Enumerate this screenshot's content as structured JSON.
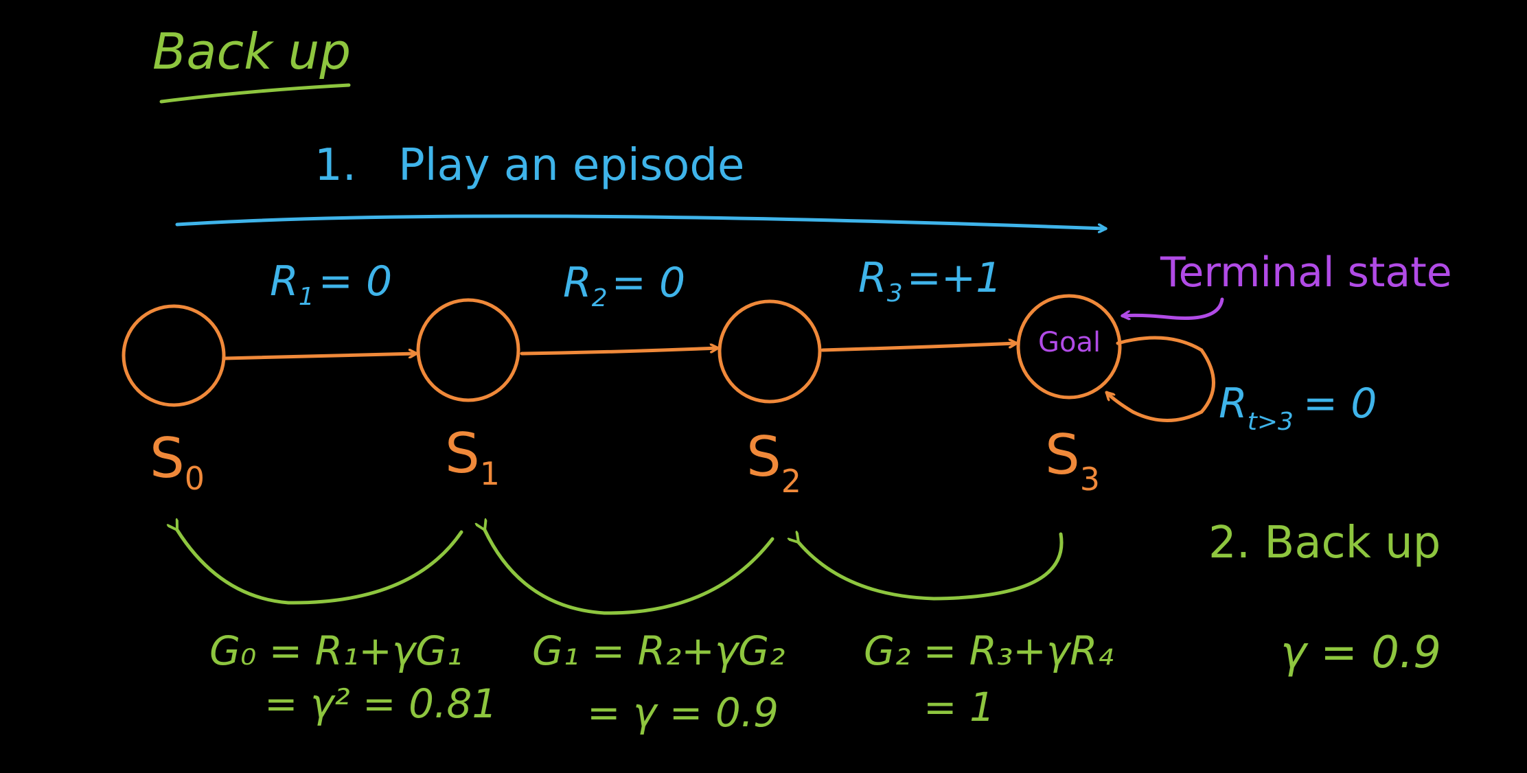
{
  "colors": {
    "background": "#000000",
    "title_green": "#8ec63f",
    "backup_green": "#8ec63f",
    "episode_blue": "#3fb4ea",
    "state_orange": "#f0893a",
    "terminal_purple": "#b14be6"
  },
  "title": "Back up",
  "episode": {
    "label": "1.   Play an episode"
  },
  "rewards": [
    {
      "name": "R",
      "sub": "1",
      "eq": "= 0"
    },
    {
      "name": "R",
      "sub": "2",
      "eq": "= 0"
    },
    {
      "name": "R",
      "sub": "3",
      "eq": "=+1"
    }
  ],
  "terminal": {
    "label": "Terminal state",
    "goal": "Goal",
    "loop_reward": {
      "name": "R",
      "sub": "t>3",
      "eq": "= 0"
    }
  },
  "states": [
    {
      "name": "S",
      "sub": "0"
    },
    {
      "name": "S",
      "sub": "1"
    },
    {
      "name": "S",
      "sub": "2"
    },
    {
      "name": "S",
      "sub": "3"
    }
  ],
  "backup": {
    "label": "2. Back up",
    "gamma": "γ = 0.9",
    "returns": [
      {
        "line1": "G₀ = R₁+γG₁",
        "line2": "= γ² = 0.81"
      },
      {
        "line1": "G₁ = R₂+γG₂",
        "line2": "= γ = 0.9"
      },
      {
        "line1": "G₂ = R₃+γR₄",
        "line2": "= 1"
      }
    ]
  }
}
